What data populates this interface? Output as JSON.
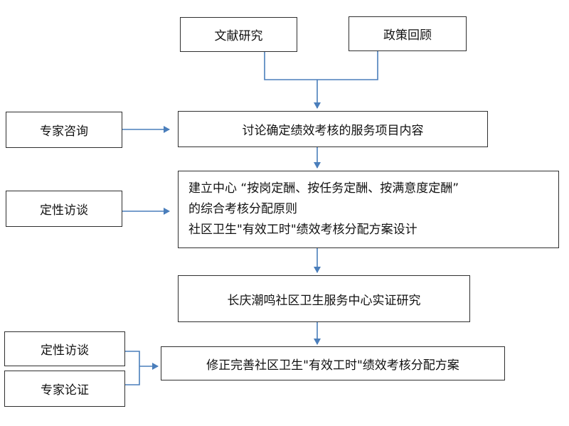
{
  "nodes": {
    "literature": "文献研究",
    "policy": "政策回顾",
    "expert_consult": "专家咨询",
    "discuss": "讨论确定绩效考核的服务项目内容",
    "interview_1": "定性访谈",
    "principle_line1": "建立中心 “按岗定酬、按任务定酬、按满意度定酬”",
    "principle_line2": "的综合考核分配原则",
    "principle_line3": "社区卫生\"有效工时\"绩效考核分配方案设计",
    "empirical": "长庆潮鸣社区卫生服务中心实证研究",
    "interview_2": "定性访谈",
    "expert_argue": "专家论证",
    "revise": "修正完善社区卫生\"有效工时\"绩效考核分配方案"
  },
  "colors": {
    "arrow": "#4a7ebb",
    "connector": "#4a7ebb",
    "border": "#2f2f2f"
  }
}
